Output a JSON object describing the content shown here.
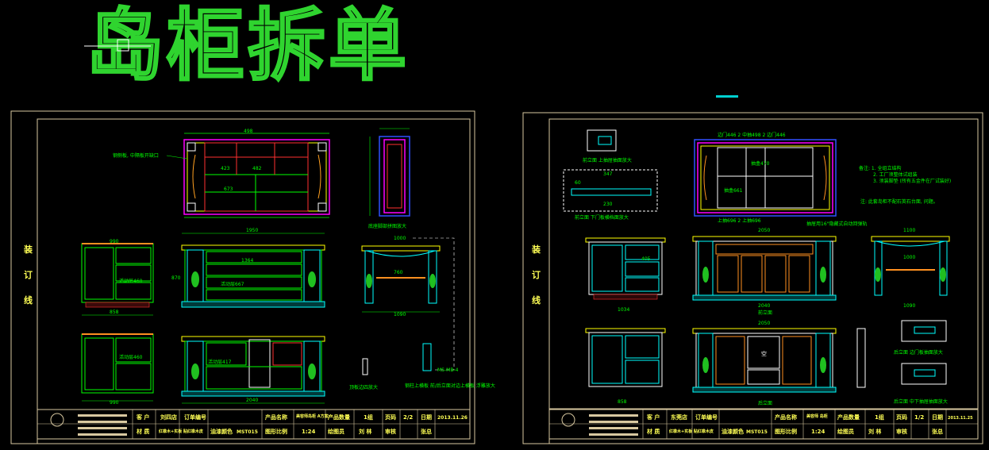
{
  "title": "岛柜拆单",
  "left_sheet": {
    "side_label": [
      "装",
      "订",
      "线"
    ],
    "annotations": {
      "top_width": "498",
      "notch_note": "钢侧板, 中隔板开缺口",
      "total_width": "1950",
      "inner_span": "1364",
      "shelf_a": "活动层667",
      "shelf_b": "活动层460",
      "shelf_c": "活动层417",
      "bottom_width": "2040",
      "depth": "1090",
      "side_depth": "1000",
      "left_w1": "990",
      "left_w2": "858",
      "detail_note": "底座脚部拼图放大",
      "h870": "870",
      "d760": "760",
      "k1": "423",
      "k2": "482",
      "k3": "673",
      "detail_a": "顶板边四放大",
      "detail_b": "钢柱上横板\n前/后立面对边上横板\n浮雕放大",
      "part_code": "MS-MB-4"
    },
    "title_block": {
      "customer_label": "客 户",
      "customer": "刘四店",
      "order_label": "订单编号",
      "product_name_label": "产品名称",
      "product_name": "美容师岛柜\nA方案",
      "qty_label": "产品数量",
      "qty": "1组",
      "page_label": "页码",
      "page": "2/2",
      "date_label": "日期",
      "date": "2013.11.26",
      "material_label": "材 质",
      "material": "红橡木+实板\n贴红橡木皮",
      "paint_label": "油漆颜色",
      "paint": "MST015",
      "scale_label": "图形比例",
      "scale": "1:24",
      "drawn_label": "绘图员",
      "drawn": "刘 林",
      "review_label": "审核",
      "review": "张总"
    }
  },
  "right_sheet": {
    "side_label": [
      "装",
      "订",
      "线"
    ],
    "notes": [
      "备注: 1. 全组立结构",
      "2. 工厂须整体试组装",
      "3. 须装脚垫 (所有五金件在厂试装好)",
      "注: 此套岛柜不配石英石台面, 问题。"
    ],
    "annotations": {
      "top_dims": "边门446 2  中抽498  2  边门446",
      "drawer_a": "抽盒470",
      "drawer_b": "抽盒661",
      "bottom_dims": "上抽696  2  上抽696",
      "runner_note": "抽屉用16\"隐藏式自动回弹轨",
      "w2050": "2050",
      "w1100": "1100",
      "w1034": "1034",
      "w2040": "2040",
      "w1090": "1090",
      "w858": "858",
      "front_label": "前立面",
      "back_label": "后立面",
      "d1": "前立面  上抽屉抽面放大",
      "d2": "前立面  下门板横档面放大",
      "d3": "后立面  边门板抽面放大",
      "d4": "后立面  中下抽屉抽面放大",
      "v347": "347",
      "v230": "230",
      "v60": "60",
      "v405": "405",
      "v1000": "1000",
      "empty": "空"
    },
    "title_block": {
      "customer_label": "客 户",
      "customer": "东莞店",
      "order_label": "订单编号",
      "product_name_label": "产品名称",
      "product_name": "美容师\n岛柜",
      "qty_label": "产品数量",
      "qty": "1组",
      "page_label": "页码",
      "page": "1/2",
      "date_label": "日期",
      "date": "2013.11.25",
      "material_label": "材 质",
      "material": "红橡木+实板\n贴红橡木皮",
      "paint_label": "油漆颜色",
      "paint": "MST015",
      "scale_label": "图形比例",
      "scale": "1:24",
      "drawn_label": "绘图员",
      "drawn": "刘 林",
      "review_label": "审核",
      "review": "张总"
    }
  },
  "colors": {
    "title_green": "#2fd42f",
    "frame": "#d8c8a0",
    "cyan": "#00ffff",
    "yellow": "#ffff00",
    "magenta": "#ff00ff",
    "red": "#ff3030",
    "green": "#00ff00",
    "white": "#ffffff",
    "blue": "#3050ff",
    "orange": "#ff9020"
  }
}
